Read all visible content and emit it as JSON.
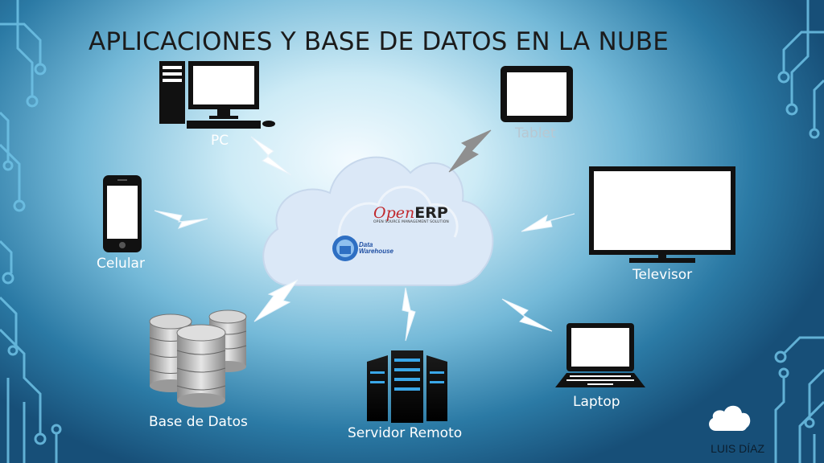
{
  "title": "APLICACIONES Y BASE DE DATOS EN LA NUBE",
  "devices": {
    "pc": "PC",
    "tablet": "Tablet",
    "celular": "Celular",
    "televisor": "Televisor",
    "laptop": "Laptop",
    "servidor": "Servidor Remoto",
    "base_datos": "Base de Datos"
  },
  "cloud": {
    "logo_open": "Open",
    "logo_erp": "ERP",
    "logo_sub": "OPEN SOURCE MANAGEMENT SOLUTION",
    "dw_line1": "Data",
    "dw_line2": "Warehouse"
  },
  "author": "LUIS DÍAZ",
  "colors": {
    "background_center": "#f4fbff",
    "background_edge": "#174f78",
    "circuit": "#6fc2e6",
    "device": "#111111",
    "lightning": "#ffffff",
    "openerp_red": "#c0282d"
  }
}
